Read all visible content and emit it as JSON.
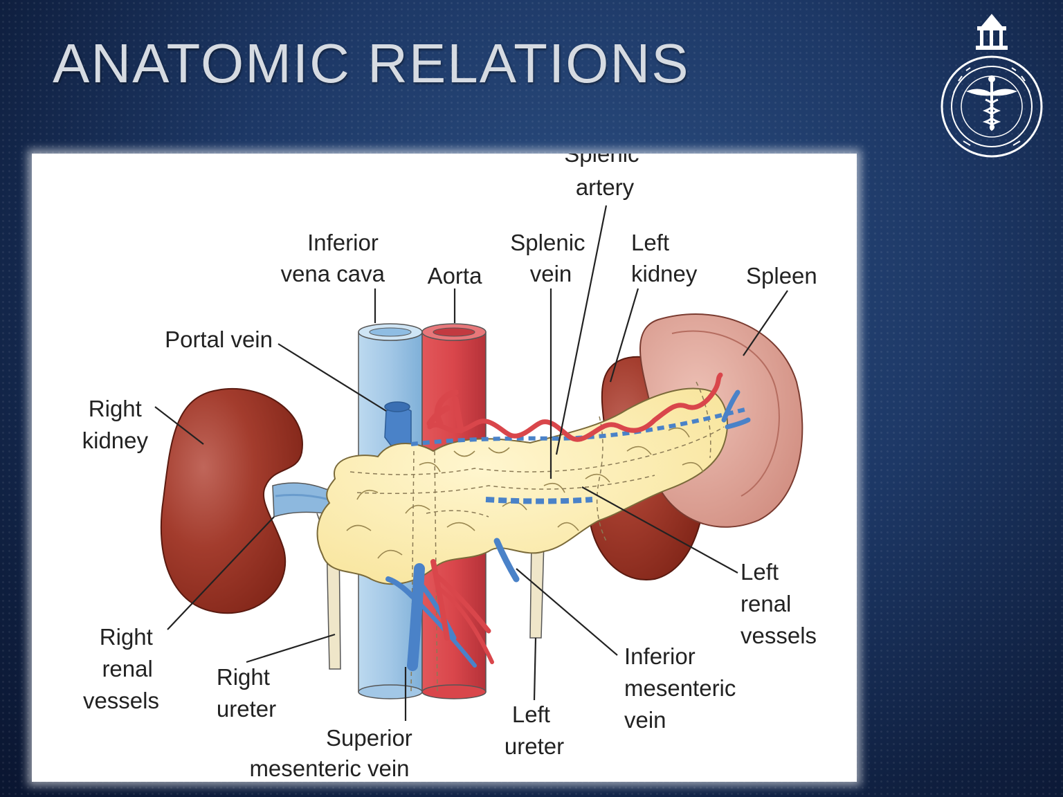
{
  "slide": {
    "title": "ANATOMIC RELATIONS"
  },
  "icons": {
    "logo": "institution-seal-icon"
  },
  "colors": {
    "kidney": "#9c3426",
    "spleen": "#d9958a",
    "pancreas": "#fbeaa8",
    "artery": "#d9464b",
    "vein": "#4a82c8",
    "ivc": "#a9cde9",
    "ureter": "#efe6c9"
  },
  "labels": {
    "splenic_artery": [
      "Splenic",
      "artery"
    ],
    "inferior_vena_cava": [
      "Inferior",
      "vena cava"
    ],
    "aorta": [
      "Aorta"
    ],
    "splenic_vein": [
      "Splenic",
      "vein"
    ],
    "left_kidney": [
      "Left",
      "kidney"
    ],
    "spleen": [
      "Spleen"
    ],
    "portal_vein": [
      "Portal vein"
    ],
    "right_kidney": [
      "Right",
      "kidney"
    ],
    "left_renal_vessels": [
      "Left",
      "renal",
      "vessels"
    ],
    "inferior_mesenteric_vein": [
      "Inferior",
      "mesenteric",
      "vein"
    ],
    "right_renal_vessels": [
      "Right",
      "renal",
      "vessels"
    ],
    "right_ureter": [
      "Right",
      "ureter"
    ],
    "left_ureter": [
      "Left",
      "ureter"
    ],
    "superior_mesenteric_vein": [
      "Superior",
      "mesenteric vein"
    ]
  }
}
